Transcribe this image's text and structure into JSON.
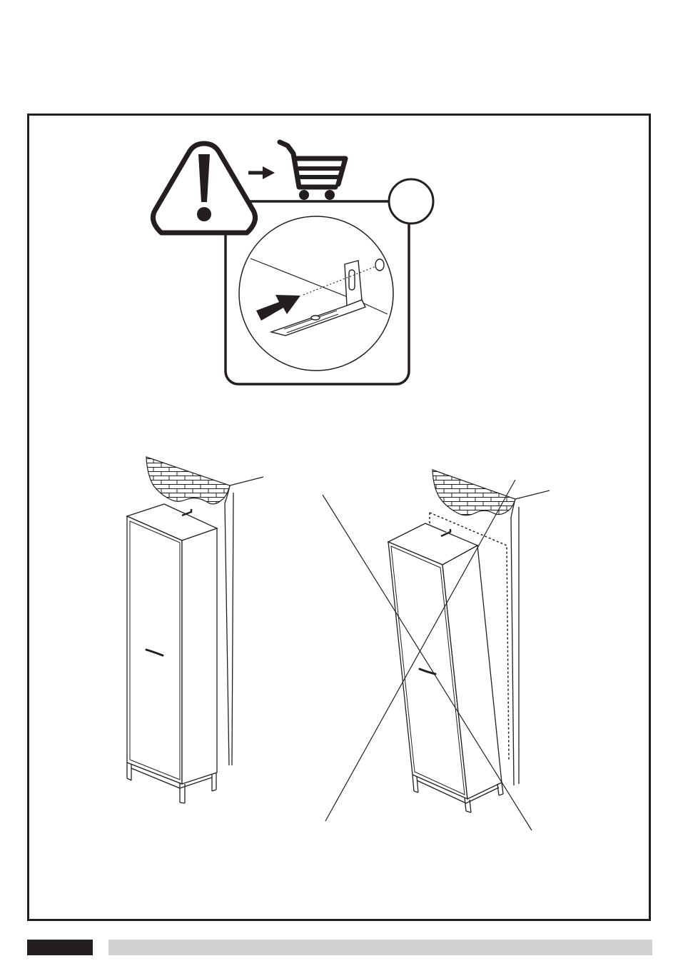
{
  "colors": {
    "ink": "#231f20",
    "paper": "#ffffff",
    "footer_dark": "#231f20",
    "footer_bar": "#d1d1d1"
  },
  "icons": {
    "warning": "warning-triangle-icon",
    "arrow": "arrow-right-icon",
    "cart": "shopping-cart-icon",
    "step_circle": "step-circle-icon",
    "push_arrow": "push-arrow-icon"
  },
  "panels": [
    {
      "id": "bracket-detail",
      "kind": "magnified wall bracket detail"
    },
    {
      "id": "correct-install",
      "kind": "cabinet secured to wall"
    },
    {
      "id": "incorrect-install",
      "kind": "cabinet tipping, crossed out"
    }
  ]
}
